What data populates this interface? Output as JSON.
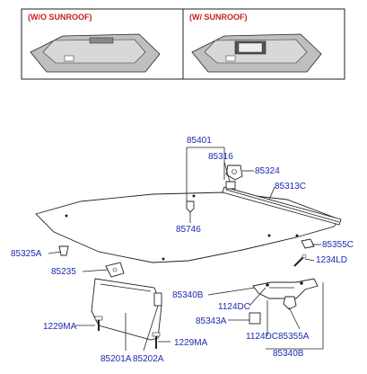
{
  "insets": {
    "without_sunroof": "(W/O  SUNROOF)",
    "with_sunroof": "(W/  SUNROOF)"
  },
  "parts": {
    "p85401": "85401",
    "p85316": "85316",
    "p85324": "85324",
    "p85313C": "85313C",
    "p85746": "85746",
    "p85325A": "85325A",
    "p85355C": "85355C",
    "p1234LD": "1234LD",
    "p85235": "85235",
    "p85340B_top": "85340B",
    "p1124DC_a": "1124DC",
    "p1229MA_left": "1229MA",
    "p85343A": "85343A",
    "p1124DC_b": "1124DC",
    "p85355A": "85355A",
    "p1229MA_bottom": "1229MA",
    "p85201A": "85201A",
    "p85202A": "85202A",
    "p85340B_bottom": "85340B"
  },
  "colors": {
    "label": "#1d2bb0",
    "inset_title": "#c81e1e"
  }
}
